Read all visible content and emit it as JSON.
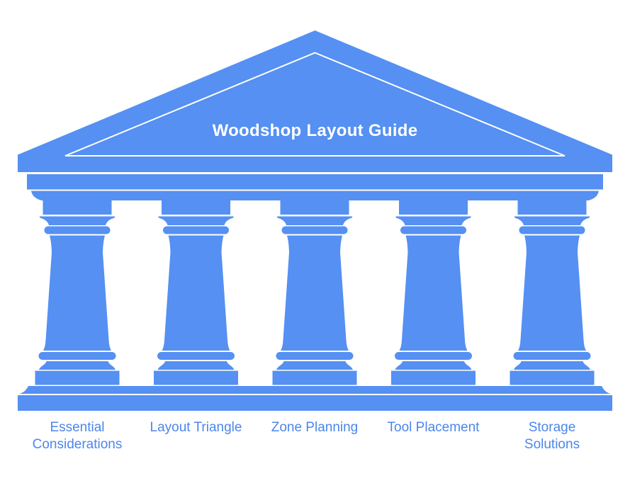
{
  "diagram": {
    "title": "Woodshop Layout Guide",
    "pillars": [
      {
        "label": "Essential\nConsiderations"
      },
      {
        "label": "Layout Triangle"
      },
      {
        "label": "Zone Planning"
      },
      {
        "label": "Tool Placement"
      },
      {
        "label": "Storage\nSolutions"
      }
    ],
    "colors": {
      "fill": "#5590f2",
      "label_text": "#4c86ec",
      "title_text": "#ffffff",
      "background": "#ffffff"
    }
  }
}
